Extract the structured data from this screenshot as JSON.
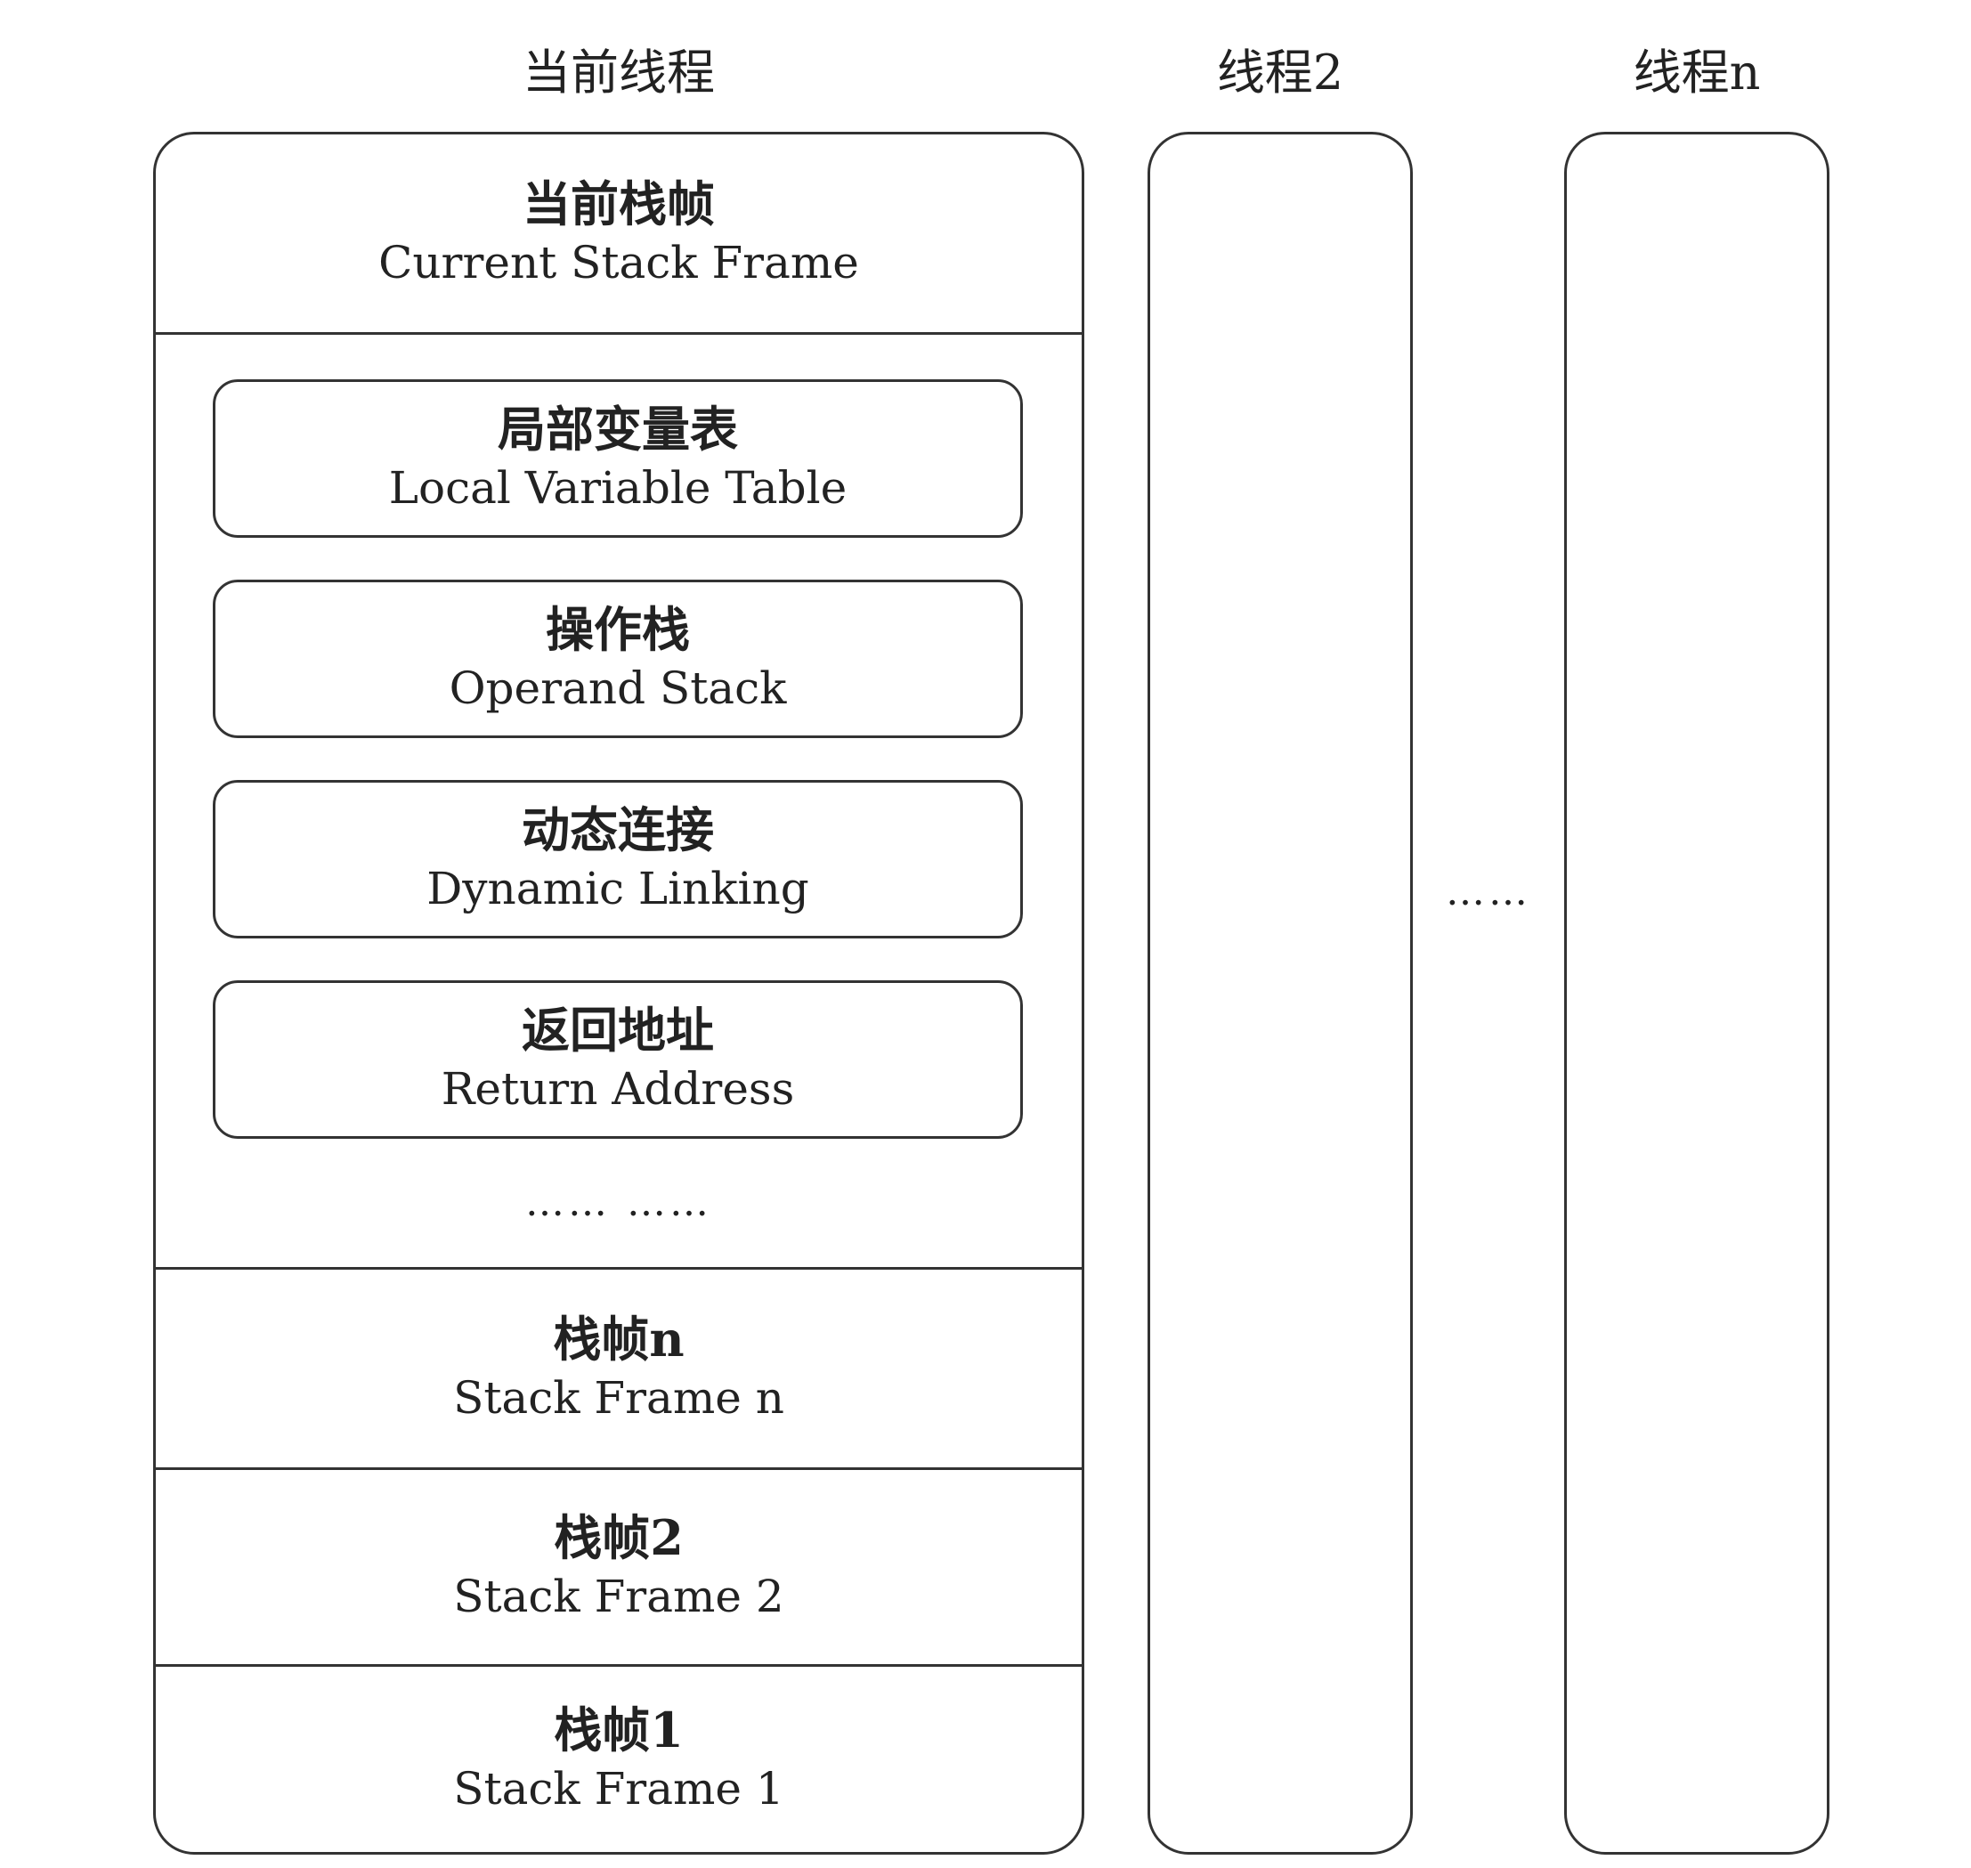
{
  "columns": {
    "current": "当前线程",
    "thread2": "线程2",
    "threadn": "线程n"
  },
  "current_frame": {
    "zh": "当前栈帧",
    "en": "Current Stack Frame"
  },
  "frame_parts": [
    {
      "zh": "局部变量表",
      "en": "Local Variable Table"
    },
    {
      "zh": "操作栈",
      "en": "Operand Stack"
    },
    {
      "zh": "动态连接",
      "en": "Dynamic Linking"
    },
    {
      "zh": "返回地址",
      "en": "Return Address"
    }
  ],
  "inner_ellipsis": "……  ……",
  "frames": [
    {
      "zh": "栈帧n",
      "en": "Stack Frame n"
    },
    {
      "zh": "栈帧2",
      "en": "Stack Frame 2"
    },
    {
      "zh": "栈帧1",
      "en": "Stack Frame 1"
    }
  ],
  "between_threads_ellipsis": "……"
}
